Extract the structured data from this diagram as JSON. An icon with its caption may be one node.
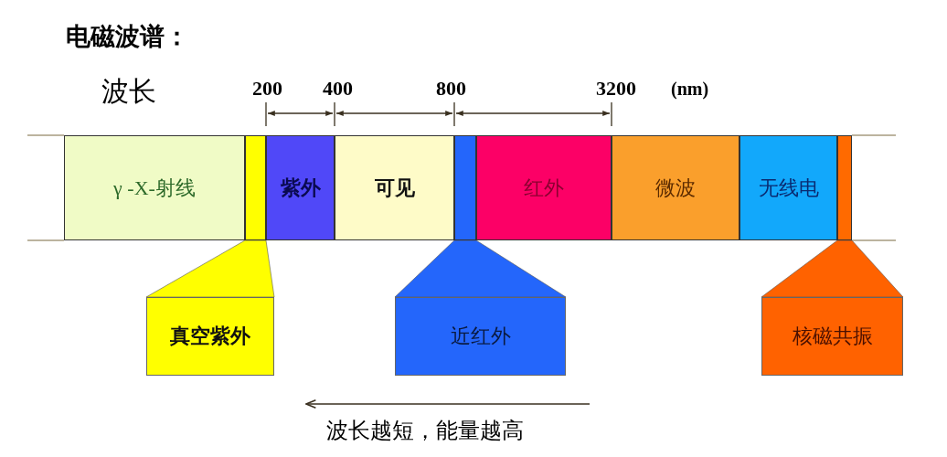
{
  "diagram": {
    "title": "电磁波谱：",
    "nodes": [
      {
        "text": [
          "γ -X-射线"
        ]
      },
      {
        "text": [],
        "shape": "bar"
      },
      {
        "text": [
          "紫外"
        ]
      },
      {
        "text": [
          "可见"
        ]
      },
      {
        "text": [],
        "shape": "bar"
      },
      {
        "text": [
          "红外"
        ]
      },
      {
        "text": [
          "微波"
        ]
      },
      {
        "text": [
          "无线电"
        ]
      },
      {
        "text": [],
        "shape": "bar"
      },
      {
        "text": [
          "真空紫外"
        ]
      },
      {
        "text": [
          "近红外"
        ]
      },
      {
        "text": [
          "核磁共振"
        ]
      }
    ],
    "edges": [
      {
        "from": 1,
        "to": 9,
        "arrow": "none"
      },
      {
        "from": 4,
        "to": 10,
        "arrow": "none"
      },
      {
        "from": 8,
        "to": 11,
        "arrow": "none"
      }
    ],
    "labels": [
      "波长",
      "200",
      "400",
      "800",
      "3200",
      "(nm)",
      "波长越短，能量越高"
    ]
  }
}
